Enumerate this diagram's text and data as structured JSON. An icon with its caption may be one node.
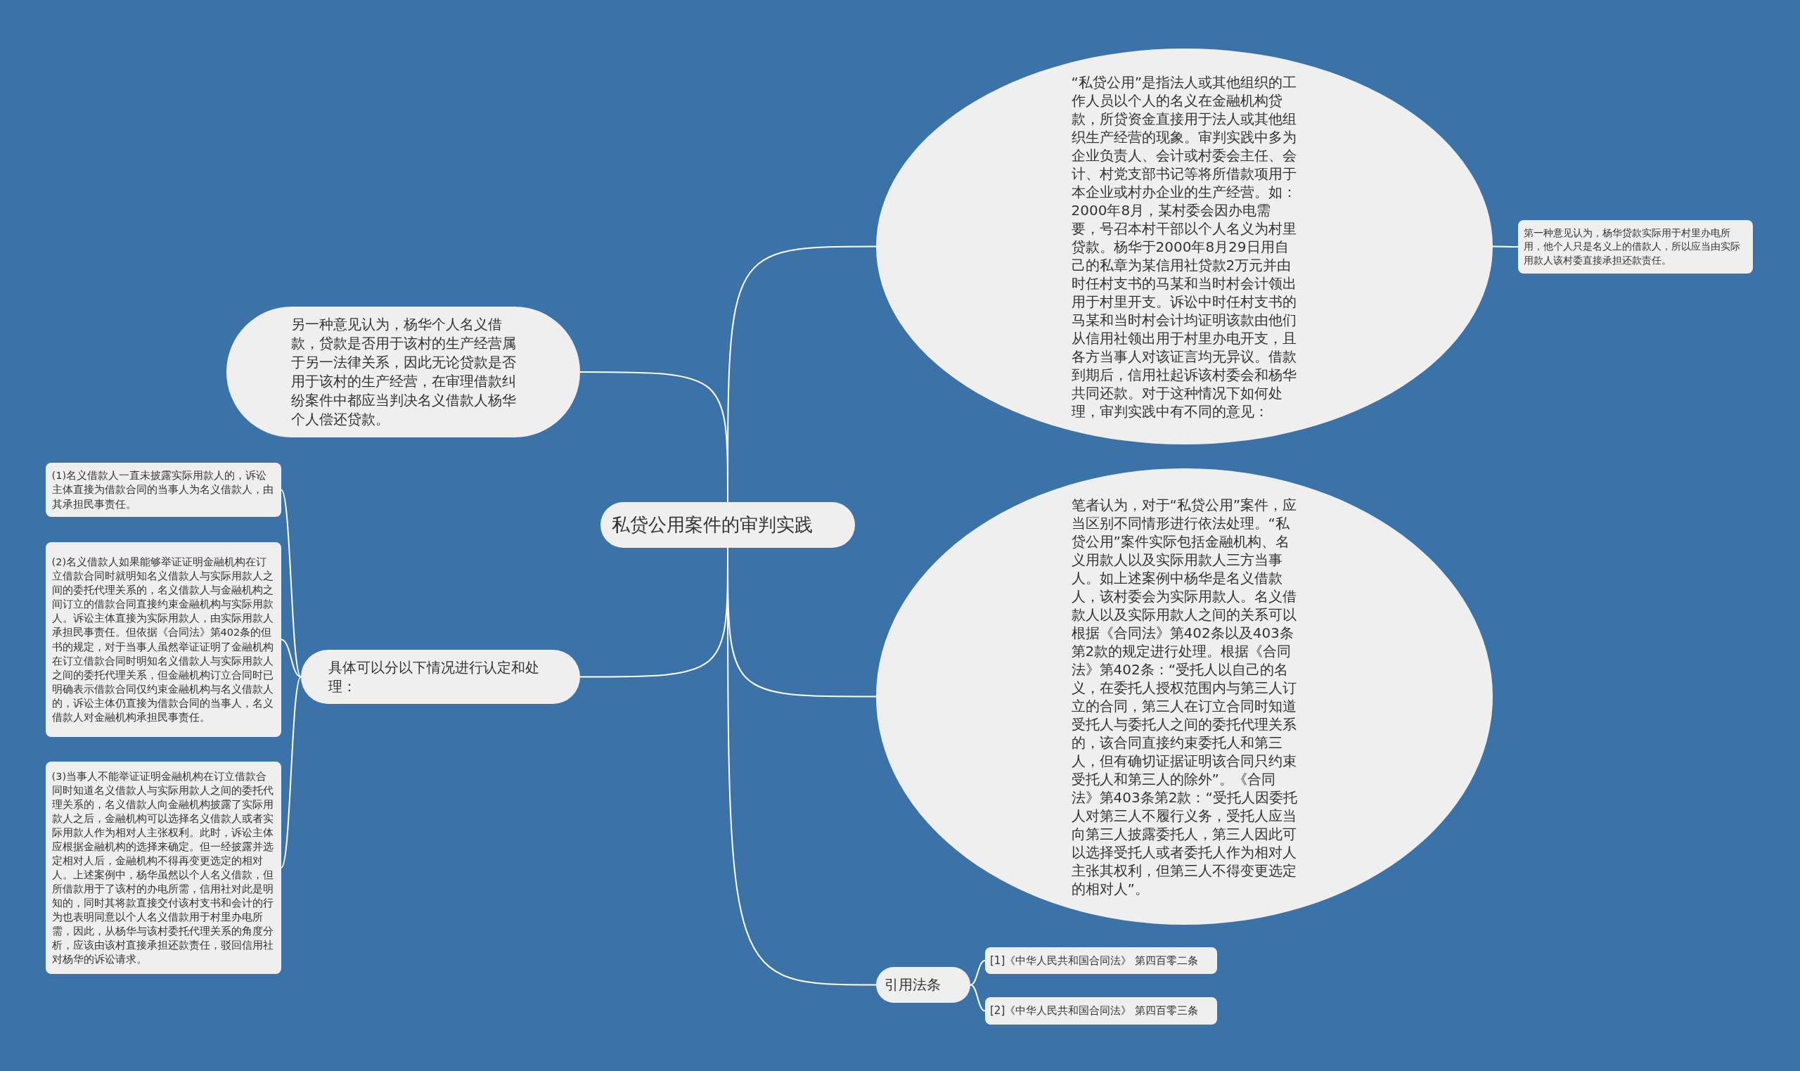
{
  "diagram": {
    "nodes": [
      {
        "text": [
          "私贷公用案件的审判实践"
        ]
      },
      {
        "text": [
          "“私贷公用”是指法人或其他组织的工作人员以个人的名义在金融机构贷款，所贷资金直接用于法人或其他组织生产经营的现象。审判实践中多为企业负责人、会计或村委会主任、会计、村党支部书记等将所借款项用于本企业或村办企业的生产经营。如：2000年8月，某村委会因办电需要，号召本村干部以个人名义为村里贷款。杨华于2000年8月29日用自己的私章为某信用社贷款2万元并由时任村支书的马某和当时村会计领出用于村里开支。诉讼中时任村支书的马某和当时村会计均证明该款由他们从信用社领出用于村里办电开支，且各方当事人对该证言均无异议。借款到期后，信用社起诉该村委会和杨华共同还款。对于这种情况下如何处理，审判实践中有不同的意见："
        ]
      },
      {
        "text": [
          "第一种意见认为，杨华贷款实际用于村里办电所用，他个人只是名义上的借款人，所以应当由实际用款人该村委直接承担还款责任。"
        ]
      },
      {
        "text": [
          "另一种意见认为，杨华个人名义借款，贷款是否用于该村的生产经营属于另一法律关系，因此无论贷款是否用于该村的生产经营，在审理借款纠纷案件中都应当判决名义借款人杨华个人偿还贷款。"
        ]
      },
      {
        "text": [
          "笔者认为，对于“私贷公用”案件，应当区别不同情形进行依法处理。“私贷公用”案件实际包括金融机构、名义用款人以及实际用款人三方当事人。如上述案例中杨华是名义借款人，该村委会为实际用款人。名义借款人以及实际用款人之间的关系可以根据《合同法》第402条以及403条第2款的规定进行处理。根据《合同法》第402条：“受托人以自己的名义，在委托人授权范围内与第三人订立的合同，第三人在订立合同时知道受托人与委托人之间的委托代理关系的，该合同直接约束委托人和第三人，但有确切证据证明该合同只约束受托人和第三人的除外”。《合同法》第403条第2款：“受托人因委托人对第三人不履行义务，受托人应当向第三人披露委托人，第三人因此可以选择受托人或者委托人作为相对人主张其权利，但第三人不得变更选定的相对人”。"
        ]
      },
      {
        "text": [
          "具体可以分以下情况进行认定和处理："
        ]
      },
      {
        "text": [
          "(1)名义借款人一直未披露实际用款人的，诉讼主体直接为借款合同的当事人为名义借款人，由其承担民事责任。"
        ]
      },
      {
        "text": [
          "(2)名义借款人如果能够举证证明金融机构在订立借款合同时就明知名义借款人与实际用款人之间的委托代理关系的，名义借款人与金融机构之间订立的借款合同直接约束金融机构与实际用款人。诉讼主体直接为实际用款人，由实际用款人承担民事责任。但依据《合同法》第402条的但书的规定，对于当事人虽然举证证明了金融机构在订立借款合同时明知名义借款人与实际用款人之间的委托代理关系，但金融机构订立合同时已明确表示借款合同仅约束金融机构与名义借款人的，诉讼主体仍直接为借款合同的当事人，名义借款人对金融机构承担民事责任。"
        ]
      },
      {
        "text": [
          "(3)当事人不能举证证明金融机构在订立借款合同时知道名义借款人与实际用款人之间的委托代理关系的，名义借款人向金融机构披露了实际用款人之后，金融机构可以选择名义借款人或者实际用款人作为相对人主张权利。此时，诉讼主体应根据金融机构的选择来确定。但一经披露并选定相对人后，金融机构不得再变更选定的相对人。上述案例中，杨华虽然以个人名义借款，但所借款用于了该村的办电所需，信用社对此是明知的，同时其将款直接交付该村支书和会计的行为也表明同意以个人名义借款用于村里办电所需，因此，从杨华与该村委托代理关系的角度分析，应该由该村直接承担还款责任，驳回信用社对杨华的诉讼请求。"
        ]
      },
      {
        "text": [
          "引用法条"
        ]
      },
      {
        "text": [
          "[1]《中华人民共和国合同法》 第四百零二条"
        ]
      },
      {
        "text": [
          "[2]《中华人民共和国合同法》 第四百零三条"
        ]
      }
    ],
    "edges": [
      {
        "from": 0,
        "to": 1,
        "arrow": "none"
      },
      {
        "from": 1,
        "to": 2,
        "arrow": "none"
      },
      {
        "from": 0,
        "to": 3,
        "arrow": "none"
      },
      {
        "from": 0,
        "to": 4,
        "arrow": "none"
      },
      {
        "from": 0,
        "to": 5,
        "arrow": "none"
      },
      {
        "from": 5,
        "to": 6,
        "arrow": "none"
      },
      {
        "from": 5,
        "to": 7,
        "arrow": "none"
      },
      {
        "from": 5,
        "to": 8,
        "arrow": "none"
      },
      {
        "from": 0,
        "to": 9,
        "arrow": "none"
      },
      {
        "from": 9,
        "to": 10,
        "arrow": "none"
      },
      {
        "from": 9,
        "to": 11,
        "arrow": "none"
      }
    ]
  }
}
